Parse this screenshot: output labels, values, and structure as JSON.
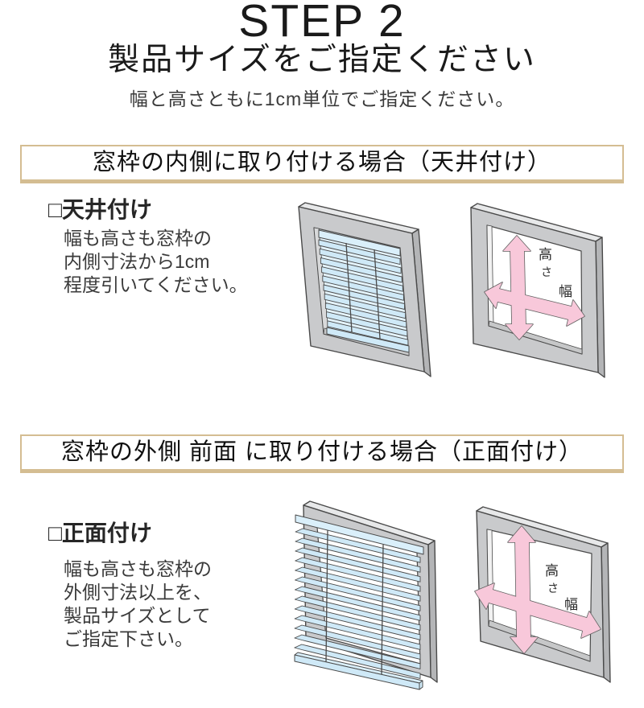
{
  "header": {
    "step_title": "STEP 2",
    "main_title": "製品サイズをご指定ください",
    "subtitle": "幅と高さともに1cm単位でご指定ください。"
  },
  "sections": [
    {
      "banner": "窓枠の内側に取り付ける場合（天井付け）",
      "heading": "□天井付け",
      "body_lines": [
        "幅も高さも窓枠の",
        "内側寸法から1cm",
        "程度引いてください。"
      ],
      "labels": {
        "height_top": "高",
        "height_bottom": "さ",
        "width": "幅"
      }
    },
    {
      "banner": "窓枠の外側 前面 に取り付ける場合（正面付け）",
      "heading": "□正面付け",
      "body_lines": [
        "幅も高さも窓枠の",
        "外側寸法以上を、",
        "製品サイズとして",
        "ご指定下さい。"
      ],
      "labels": {
        "height_top": "高",
        "height_bottom": "さ",
        "width": "幅"
      }
    }
  ],
  "colors": {
    "banner_border": "#d4bd92",
    "text_dark": "#1a1a1a",
    "text_body": "#3a3a3a",
    "frame_front": "#c9cacc",
    "frame_top": "#e7e8e9",
    "frame_side": "#b4b5b7",
    "frame_sill": "#c6c7c8",
    "reveal": "#d8d9da",
    "glass": "#e4f3fb",
    "slat": "#cfe9f7",
    "headrail": "#daeffa",
    "arrow_pink": "#f8c8da",
    "outline": "#4a4a4a"
  }
}
